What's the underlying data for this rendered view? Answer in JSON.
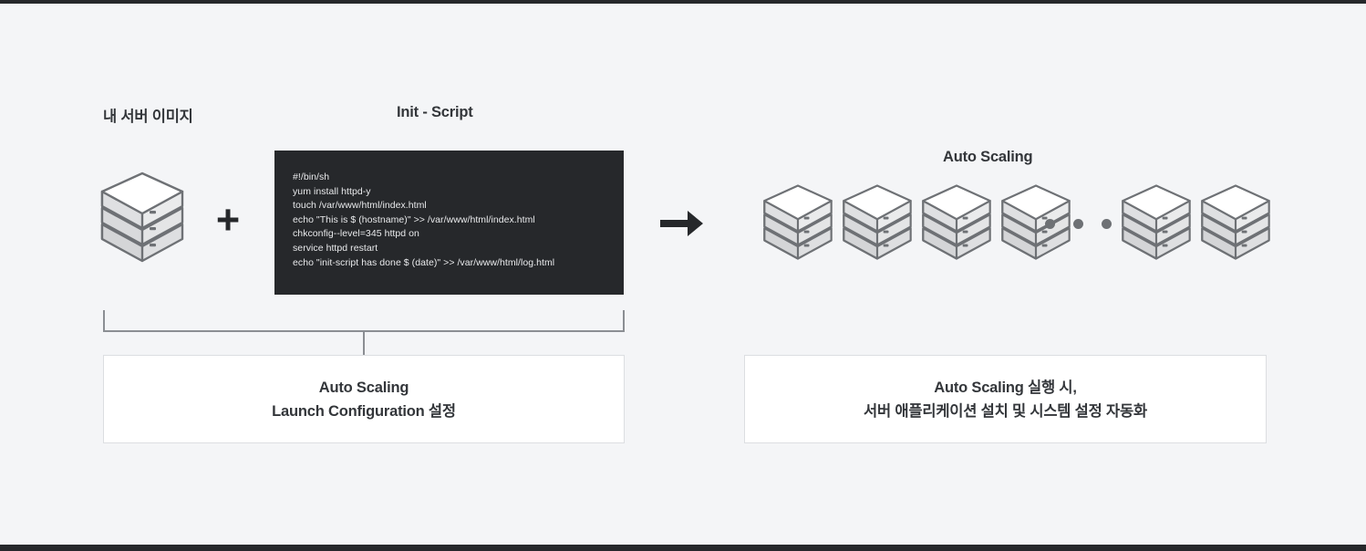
{
  "page": {
    "background_color": "#f4f5f7",
    "edge_bar_color": "#26282b"
  },
  "left_section": {
    "server_image_label": "내 서버 이미지",
    "init_script_label": "Init - Script",
    "plus_symbol": "+",
    "code_block": {
      "background_color": "#26282b",
      "text_color": "#e9eaec",
      "lines": [
        "#!/bin/sh",
        "yum install httpd-y",
        "touch /var/www/html/index.html",
        "echo \"This is $ (hostname)\" >> /var/www/html/index.html",
        "chkconfig--level=345 httpd on",
        "service httpd restart",
        "echo \"init-script has done $ (date)\" >> /var/www/html/log.html"
      ]
    },
    "info_box": {
      "line1": "Auto Scaling",
      "line2": "Launch Configuration 설정"
    }
  },
  "arrow": {
    "symbol": "→",
    "color": "#26282b"
  },
  "right_section": {
    "auto_scaling_label": "Auto Scaling",
    "server_count_left_group": 4,
    "server_count_right_group": 2,
    "ellipsis_dots": 3,
    "dot_color": "#6e7175",
    "info_box": {
      "line1": "Auto Scaling 실행 시,",
      "line2": "서버 애플리케이션 설치 및 시스템 설정 자동화"
    }
  },
  "server_icon": {
    "name": "server-stack-icon",
    "top_face_color": "#ffffff",
    "left_face_color": "#d9dadc",
    "right_face_color": "#e9eaeb",
    "outline_color": "#6e7175",
    "slice_count": 3
  }
}
